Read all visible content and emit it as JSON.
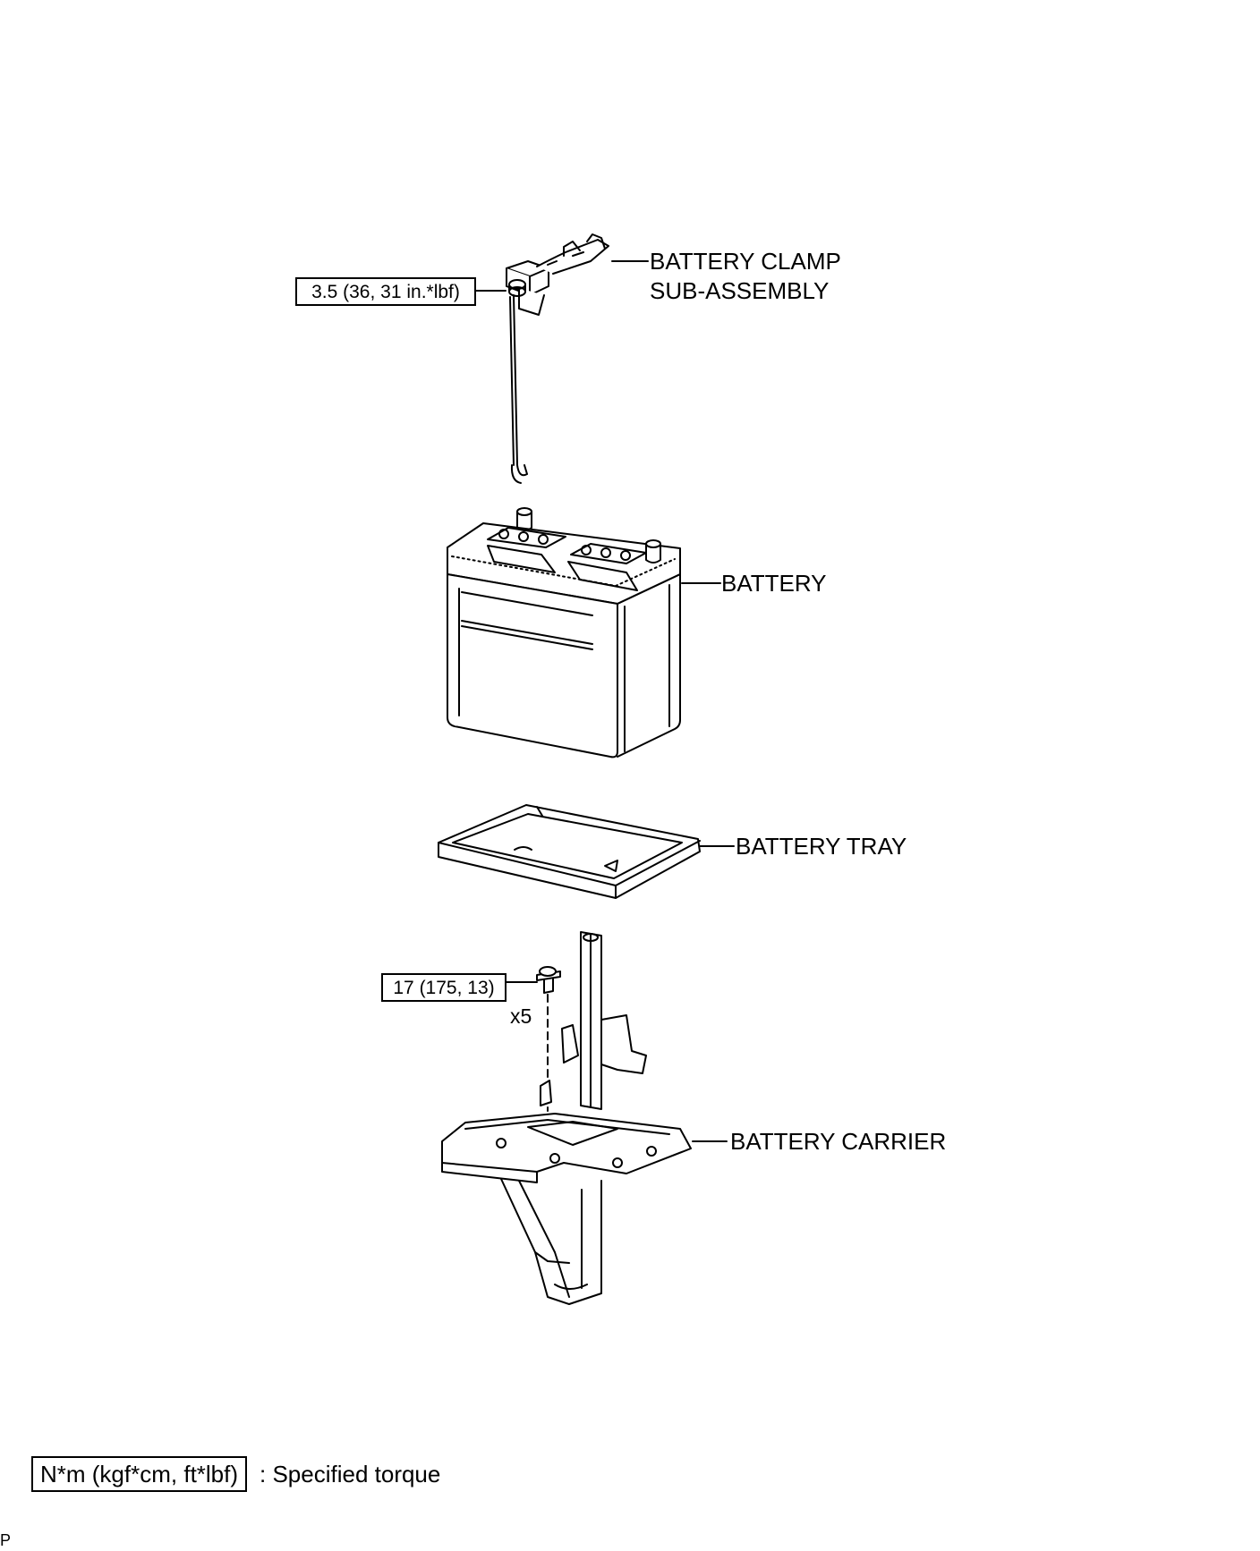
{
  "labels": {
    "clamp_line1": "BATTERY CLAMP",
    "clamp_line2": "SUB-ASSEMBLY",
    "battery": "BATTERY",
    "tray": "BATTERY TRAY",
    "carrier": "BATTERY CARRIER"
  },
  "torques": {
    "clamp": "3.5 (36, 31 in.*lbf)",
    "carrier_bolt": "17 (175, 13)"
  },
  "quantity": "x5",
  "legend": {
    "box": "N*m (kgf*cm, ft*lbf)",
    "text": ": Specified torque"
  },
  "corner_mark": "P"
}
